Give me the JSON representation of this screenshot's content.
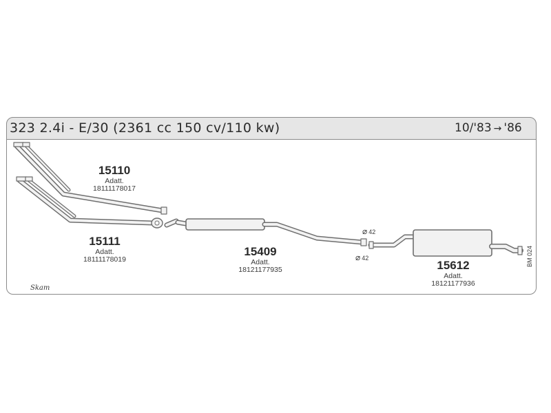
{
  "header": {
    "title": "323 2.4i - E/30 (2361 cc 150 cv/110 kw)",
    "years_from": "10/'83",
    "years_arrow": "→",
    "years_to": "'86"
  },
  "parts": [
    {
      "number": "15110",
      "adapter_label": "Adatt.",
      "oem": "18111178017"
    },
    {
      "number": "15111",
      "adapter_label": "Adatt.",
      "oem": "18111178019"
    },
    {
      "number": "15409",
      "adapter_label": "Adatt.",
      "oem": "18121177935"
    },
    {
      "number": "15612",
      "adapter_label": "Adatt.",
      "oem": "18121177936"
    }
  ],
  "diameters": [
    {
      "symbol": "⌀",
      "value": "42"
    },
    {
      "symbol": "⌀",
      "value": "42"
    }
  ],
  "diagram_code": "BM 024",
  "brand_logo_text": "Skam",
  "colors": {
    "pipe_fill": "#f2f2f2",
    "pipe_stroke": "#6e6e6e",
    "title_band": "#e6e6e6",
    "frame": "#8a8a8a"
  }
}
